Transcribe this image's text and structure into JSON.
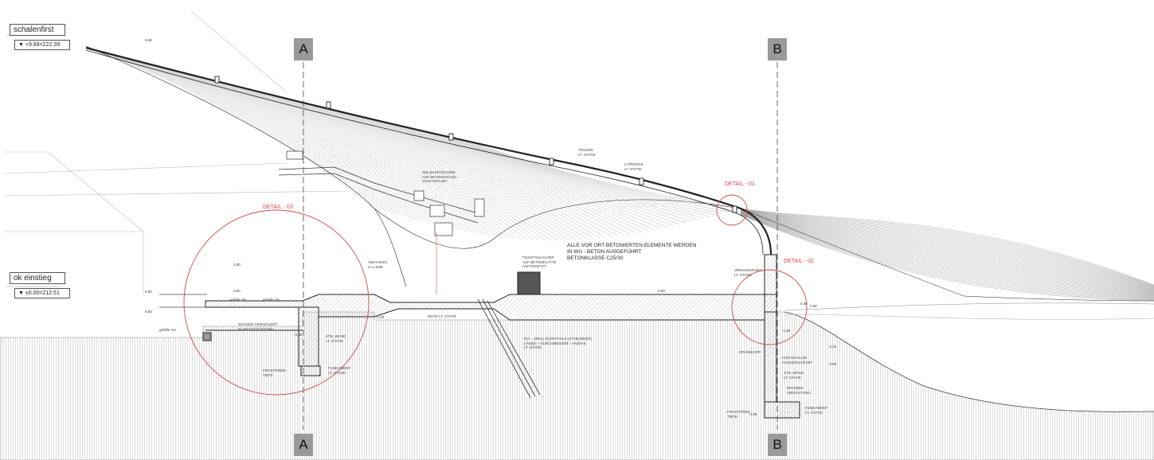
{
  "levels": {
    "top": {
      "label": "schalenfirst",
      "elevation": "▼ +9.88=222.39"
    },
    "ground": {
      "label": "ok einstieg",
      "elevation": "▼ ±0.00=212.51"
    }
  },
  "sections": {
    "a_top": "A",
    "a_bottom": "A",
    "b_top": "B",
    "b_bottom": "B"
  },
  "details": {
    "d01": "DETAIL - 01",
    "d02": "DETAIL - 02",
    "d03": "DETAIL - 03"
  },
  "main_note": [
    "ALLE VOR ORT BETONIERTEN ELEMENTE WERDEN",
    "IN WU - BETON AUSGEFÜHRT",
    "BETONKLASSE C25/30"
  ],
  "small_notes": {
    "seil": [
      "SEILBAHNTECHNIK",
      "AUF BETONSOCKEL",
      "GESCHRAUBT"
    ],
    "ticket": [
      "TICKETSCHALTER",
      "AUF BETONPLATTE",
      "AUFGESETZT"
    ],
    "traeger": [
      "TRÄGER",
      "LT. STATIK"
    ],
    "cprofile": [
      "C-PROFILE",
      "LT. STATIK"
    ],
    "absturz": [
      "ABSTURZS.",
      "H=1.00M"
    ],
    "mute": "MUTE LT. STATIK",
    "drill": [
      "DYI. - DRILL ZUGPFÄHLE (STABANKER)",
      "LÄNGE + DURCHMESSER + ANZAHL",
      "LT. STATIK"
    ],
    "verankerung": [
      "VERANKERUNG",
      "LT. STATIK"
    ],
    "wasser": [
      "WASSER VERSICKERT",
      "IN KIESSCHÜTTUNG"
    ],
    "stb_left": [
      "STB.-WAND",
      "LT. STATIK"
    ],
    "fund_left": [
      "FUNDAMENT",
      "LT. STATIK"
    ],
    "frost_left": [
      "FROSTFREIE-",
      "TIEFE"
    ],
    "spannkopf": "SPANNKOPF",
    "pur": [
      "PUR-SCHAUM",
      "AUSGESCHÄUMT"
    ],
    "stb_right": [
      "STB.-WAND",
      "LT. STATIK"
    ],
    "bitumen": [
      "BITUMEN",
      "ABDICHTUNG"
    ],
    "fund_right": [
      "FUNDAMENT",
      "LT. STATIK"
    ],
    "frost_right": [
      "FROSTFREIE-",
      "TIEFE"
    ],
    "gefaelle1": "gefälle 2%",
    "gefaelle2": "gefälle 2%",
    "gefaelle3": "gefälle 2%"
  },
  "dims": {
    "d_988": "9.88",
    "d_100a": "1.00",
    "d_000a": "0.00",
    "d_000b": "0.00",
    "d_000c": "0.00",
    "d_050": "0.50",
    "d_060": "0.60",
    "d_050b": "0.50",
    "d_100b": "-1.00",
    "d_150": "-1.50",
    "d_220": "-2.20",
    "d_290": "-2.90",
    "d_486": "-4.86",
    "d_315": "-3.15"
  },
  "colors": {
    "line": "#2b2b2b",
    "detail": "#d24a4a",
    "hatch": "#bdbdbd",
    "section_box": "#9a9a9a"
  }
}
